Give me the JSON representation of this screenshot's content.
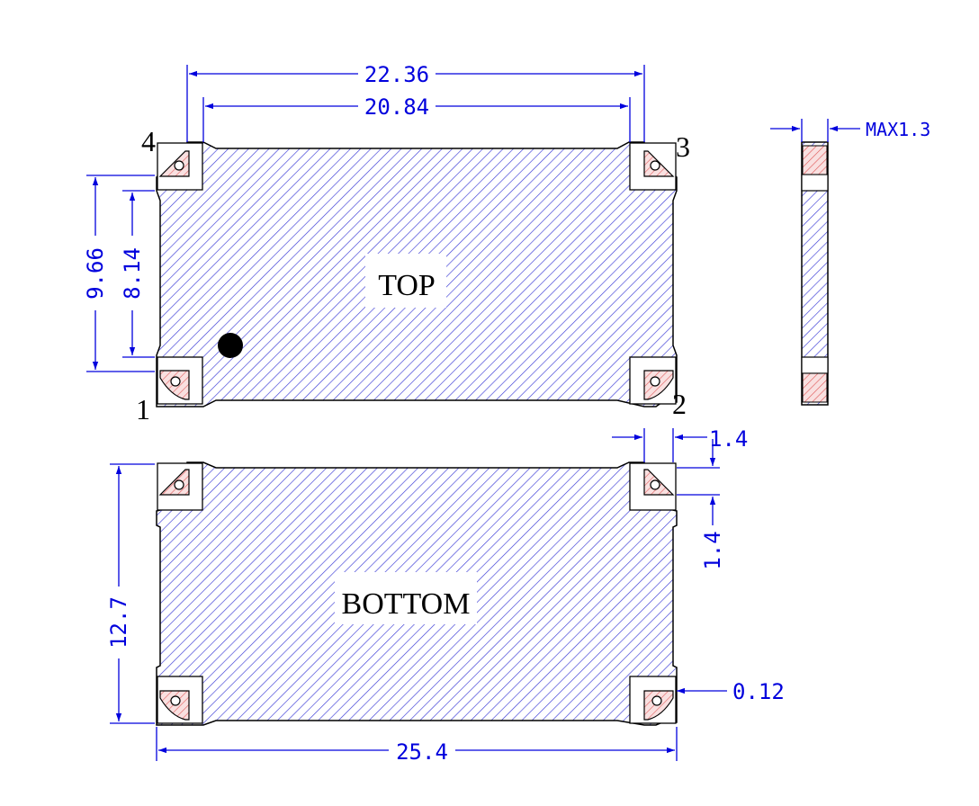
{
  "colors": {
    "dimension": "#0000dd",
    "hatch_body": "#3b3bd6",
    "hatch_pad": "#e05a5a",
    "pad_fill": "#f9e0e0",
    "outline": "#000000",
    "background": "#ffffff"
  },
  "top_view": {
    "label": "TOP",
    "pins": {
      "p1": "1",
      "p2": "2",
      "p3": "3",
      "p4": "4"
    },
    "dims": {
      "overall_width": "22.36",
      "inner_width": "20.84",
      "outer_height": "9.66",
      "inner_height": "8.14"
    }
  },
  "bottom_view": {
    "label": "BOTTOM",
    "dims": {
      "pad_width": "1.4",
      "pad_height": "1.4",
      "overall_height": "12.7",
      "overall_width": "25.4",
      "clearance": "0.12"
    }
  },
  "side_view": {
    "dims": {
      "thickness": "MAX1.3"
    }
  }
}
